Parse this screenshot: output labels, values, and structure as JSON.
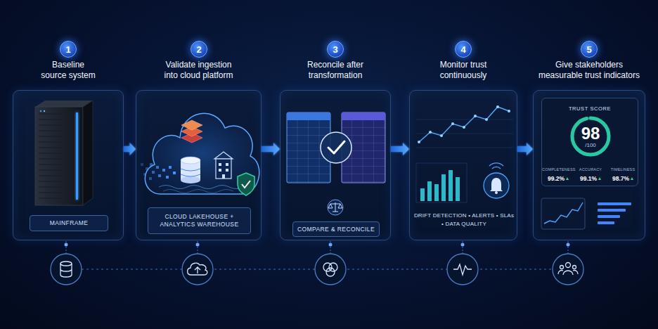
{
  "diagram": {
    "nodes": [
      {
        "text": [
          "1"
        ]
      },
      {
        "text": [
          "Baseline source system"
        ]
      },
      {
        "text": [
          "MAINFRAME"
        ],
        "in": 1
      },
      {
        "text": [
          "2"
        ]
      },
      {
        "text": [
          "Validate ingestion into cloud platform"
        ]
      },
      {
        "text": [
          "CLOUD LAKEHOUSE + ANALYTICS WAREHOUSE"
        ],
        "in": 4
      },
      {
        "text": [
          "3"
        ]
      },
      {
        "text": [
          "Reconcile after transformation"
        ]
      },
      {
        "text": [
          "COMPARE & RECONCILE"
        ],
        "in": 7
      },
      {
        "text": [
          "4"
        ]
      },
      {
        "text": [
          "Monitor trust continuously"
        ]
      },
      {
        "text": [
          "5"
        ]
      },
      {
        "text": [
          "Give stakeholders measurable trust indicators"
        ]
      },
      {
        "text": [
          "TRUST SCORE"
        ],
        "in": 12
      },
      {
        "text": [
          "98",
          "/100"
        ],
        "in": 13
      }
    ],
    "edges": [
      {
        "from": 1,
        "to": 4,
        "arrow": "to"
      },
      {
        "from": 4,
        "to": 7,
        "arrow": "to"
      },
      {
        "from": 7,
        "to": 10,
        "arrow": "to"
      },
      {
        "from": 10,
        "to": 12,
        "arrow": "to"
      }
    ],
    "labels": [
      "DRIFT DETECTION • ALERTS • SLAs • DATA QUALITY",
      "COMPLETENESS",
      "ACCURACY",
      "TIMELINESS",
      "99.2%",
      "99.1%",
      "98.7%"
    ]
  }
}
